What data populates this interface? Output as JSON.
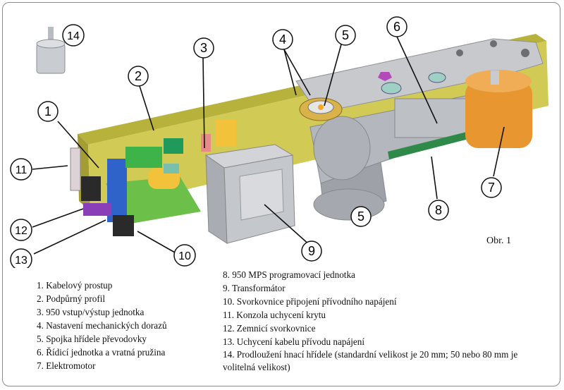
{
  "figure": {
    "label": "Obr. 1",
    "callouts": [
      "1",
      "2",
      "3",
      "4",
      "5",
      "6",
      "7",
      "8",
      "9",
      "10",
      "11",
      "12",
      "13",
      "14"
    ]
  },
  "legend_left": [
    "1. Kabelový prostup",
    "2. Podpůrný profil",
    "3. 950 vstup/výstup jednotka",
    "4. Nastavení mechanických dorazů",
    "5. Spojka hřídele převodovky",
    "6. Řídicí jednotka a vratná pružina",
    "7. Elektromotor"
  ],
  "legend_right": [
    "8. 950 MPS programovací jednotka",
    "9. Transformátor",
    "10. Svorkovnice připojení přívodního napájení",
    "11. Konzola uchycení krytu",
    "12. Zemnicí svorkovnice",
    "13. Uchycení kabelu přívodu napájení",
    "14. Prodloužení hnací hřídele (standardní velikost je 20 mm;  50 nebo 80 mm je volitelná velikost)"
  ],
  "colors": {
    "profile": "#c9c24a",
    "board_green": "#6cc04a",
    "blue": "#2f63c9",
    "yellow": "#f2c23a",
    "orange_motor": "#e8962f",
    "gray_body": "#b9bcc2",
    "frame_border": "#8a8a8a"
  }
}
